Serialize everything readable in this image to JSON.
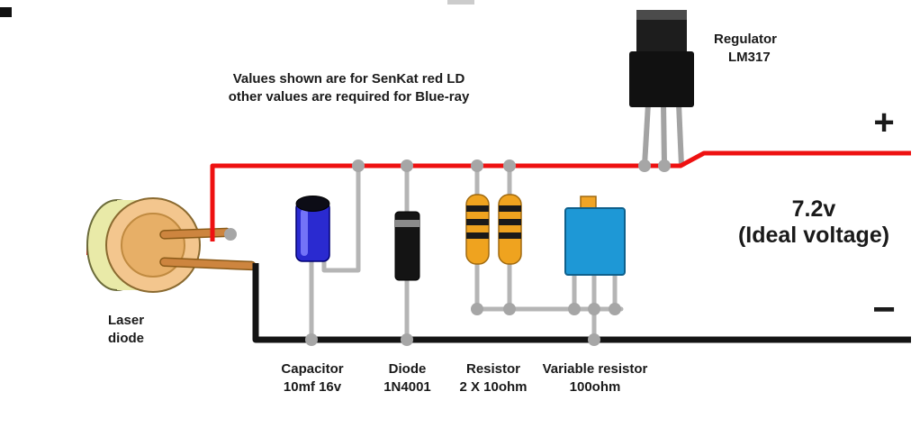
{
  "note": {
    "line1": "Values shown are for SenKat red LD",
    "line2": "other values are required for Blue-ray"
  },
  "regulator_label": {
    "line1": "Regulator",
    "line2": "LM317"
  },
  "laser_diode_label": {
    "line1": "Laser",
    "line2": "diode"
  },
  "capacitor_label": {
    "line1": "Capacitor",
    "line2": "10mf 16v"
  },
  "diode_label": {
    "line1": "Diode",
    "line2": "1N4001"
  },
  "resistor_label": {
    "line1": "Resistor",
    "line2": "2 X 10ohm"
  },
  "variable_resistor_label": {
    "line1": "Variable resistor",
    "line2": "100ohm"
  },
  "voltage_label": {
    "line1": "7.2v",
    "line2": "(Ideal voltage)"
  },
  "polarity": {
    "plus": "+",
    "minus": "−"
  },
  "colors": {
    "positive_rail": "#ee1111",
    "negative_rail": "#141414",
    "lead_wire": "#b5b5b5",
    "junction_dot": "#a6a6a6",
    "capacitor_body": "#2a2ad0",
    "diode_body": "#141414",
    "resistor_body": "#efa31f",
    "variable_resistor_body": "#1e98d6",
    "variable_resistor_tab": "#f0a426",
    "regulator_body": "#111111",
    "regulator_pin": "#a3a3a3",
    "laser_diode_face": "#f3c68e",
    "laser_diode_back": "#e9eaa8",
    "pin_copper": "#cd853f",
    "laser_beam": "#ee1111"
  }
}
